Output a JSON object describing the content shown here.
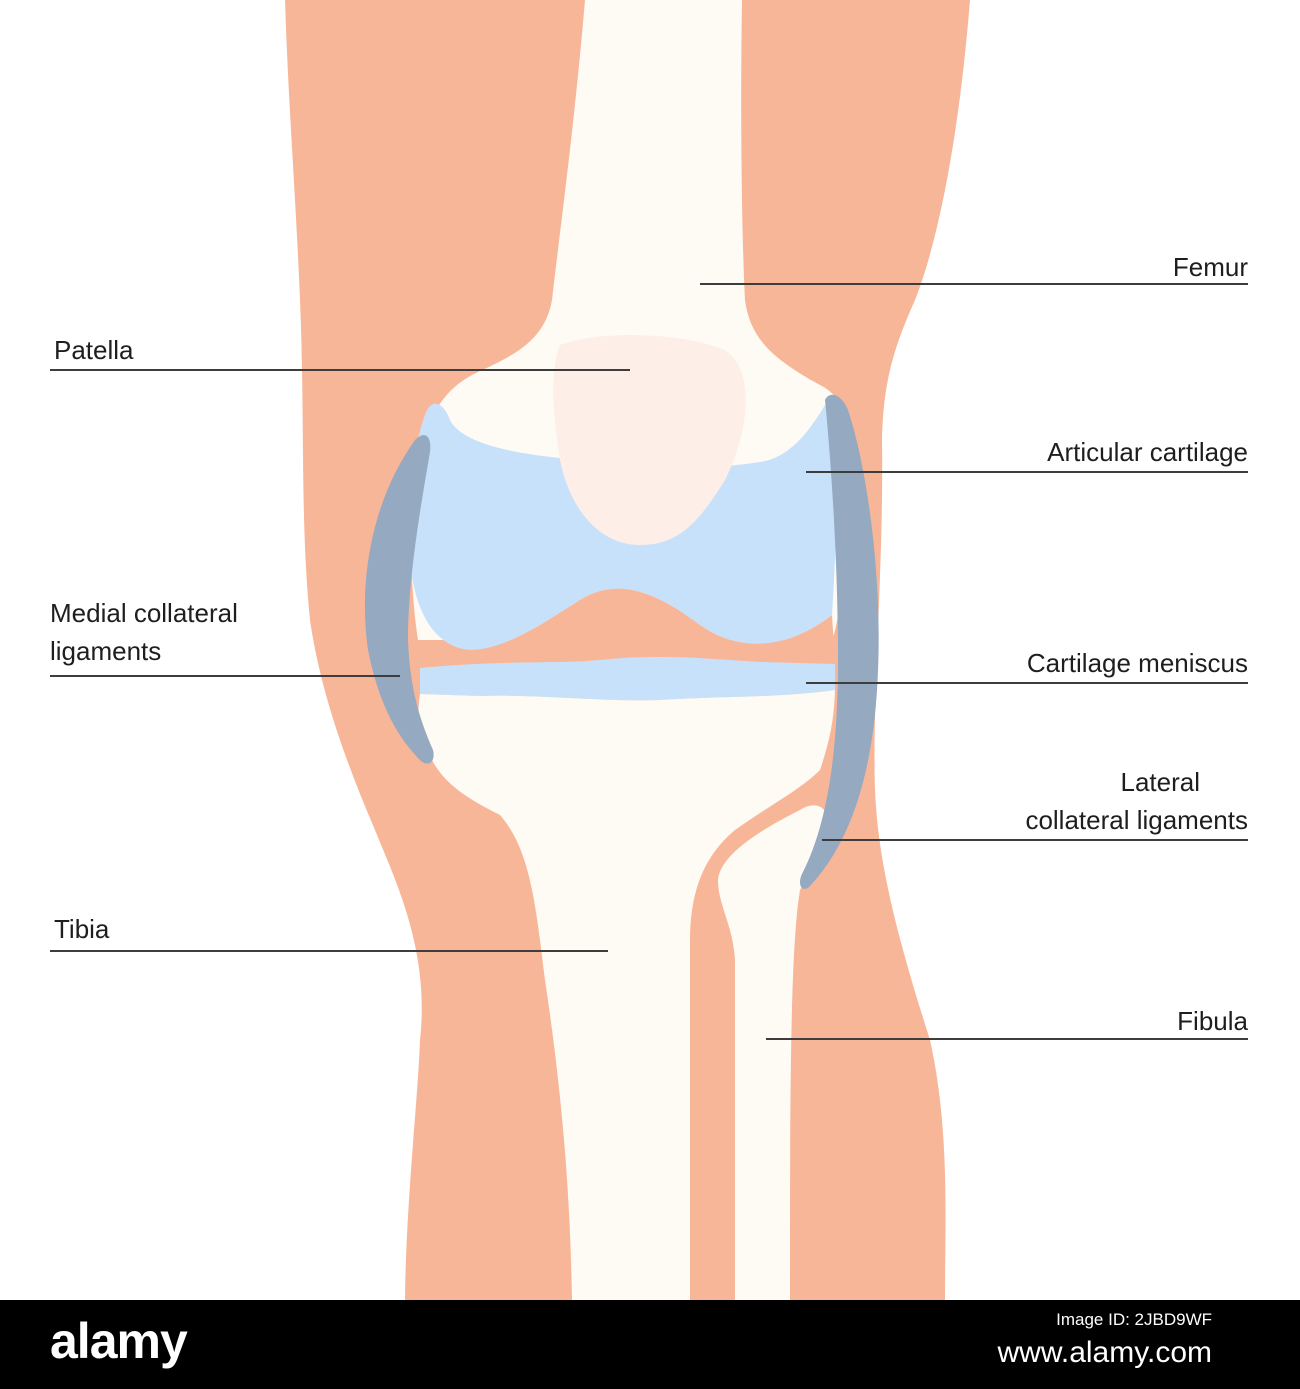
{
  "colors": {
    "skin": "#f8b699",
    "bone": "#fdfbf4",
    "cartilage": "#c8e1fb",
    "patella": "#fdefe8",
    "ligament": "#95a9c0",
    "label_line": "#3d3d3d"
  },
  "labels": {
    "femur": "Femur",
    "patella": "Patella",
    "articular_cartilage": "Articular cartilage",
    "medial_line1": "Medial collateral",
    "medial_line2": "ligaments",
    "cartilage_meniscus": "Cartilage meniscus",
    "lateral_line1": "Lateral",
    "lateral_line2": "collateral ligaments",
    "tibia": "Tibia",
    "fibula": "Fibula"
  },
  "footer": {
    "brand": "alamy",
    "image_id": "Image ID: 2JBD9WF",
    "site": "www.alamy.com"
  }
}
